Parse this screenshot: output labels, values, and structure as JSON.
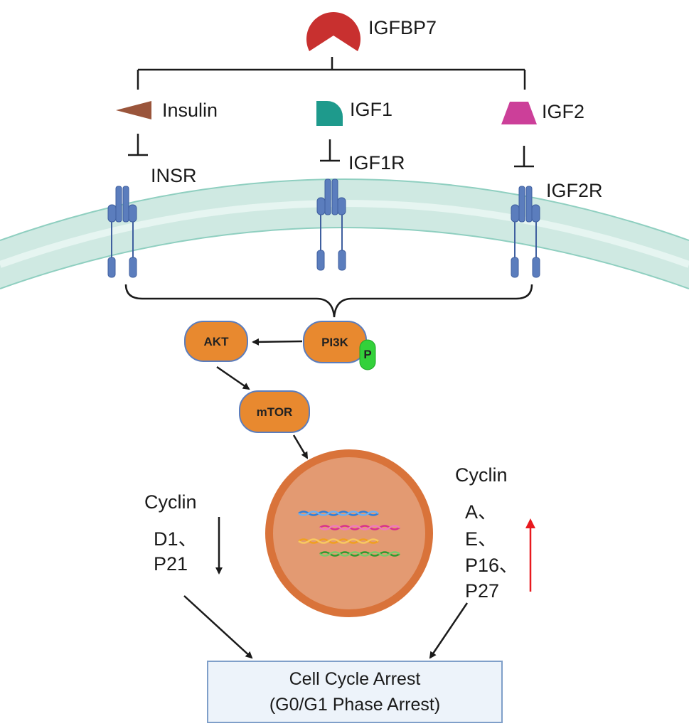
{
  "ligands": {
    "igfbp7": "IGFBP7",
    "insulin": "Insulin",
    "igf1": "IGF1",
    "igf2": "IGF2"
  },
  "receptors": {
    "insr": "INSR",
    "igf1r": "IGF1R",
    "igf2r": "IGF2R"
  },
  "pathway": {
    "pi3k": "PI3K",
    "phospho": "P",
    "akt": "AKT",
    "mtor": "mTOR"
  },
  "cyclin_down": {
    "title": "Cyclin",
    "line1": "D1、",
    "line2": "P21"
  },
  "cyclin_up": {
    "title": "Cyclin",
    "line1": "A、",
    "line2": "E、",
    "line3": "P16、",
    "line4": "P27"
  },
  "outcome": {
    "line1": "Cell Cycle Arrest",
    "line2": "(G0/G1 Phase Arrest)"
  },
  "colors": {
    "igfbp7": "#c8302f",
    "insulin": "#9a553b",
    "igf1": "#1e9a8c",
    "igf2": "#cc3f99",
    "receptor": "#5b7dbd",
    "membrane": "#cfe9e2",
    "kinase": "#e8892f",
    "phospho": "#33d13a",
    "nucleus": "#e39a72",
    "nucleus_rim": "#d9733a",
    "up_arrow": "#e8191e",
    "box_fill": "#edf3fa",
    "box_border": "#7f9fc9"
  }
}
